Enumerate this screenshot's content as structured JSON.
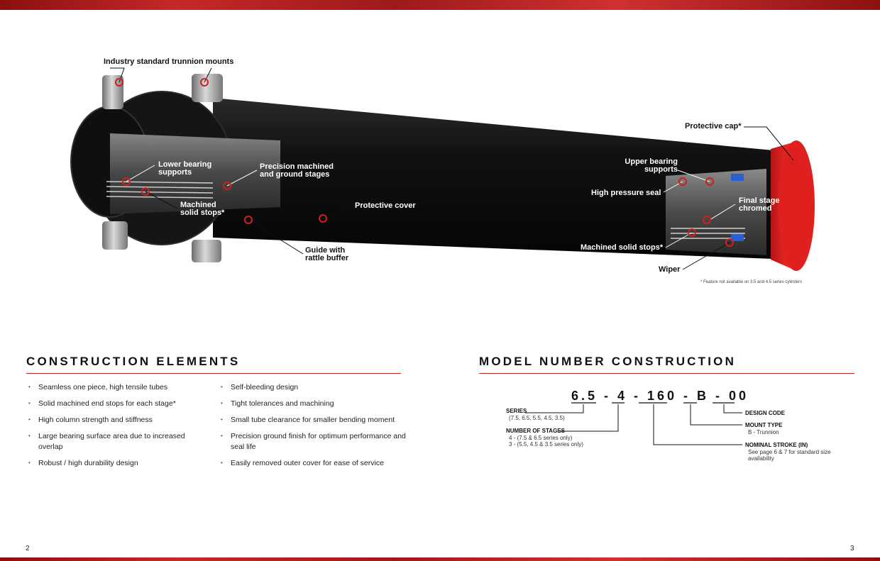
{
  "figure": {
    "callouts": {
      "trunnion": "Industry standard trunnion mounts",
      "lower_bearing": [
        "Lower bearing",
        "supports"
      ],
      "machined_stops_left": [
        "Machined",
        "solid stops*"
      ],
      "precision": [
        "Precision machined",
        "and ground stages"
      ],
      "protective_cover": "Protective cover",
      "guide": [
        "Guide with",
        "rattle buffer"
      ],
      "protective_cap": "Protective cap*",
      "upper_bearing": [
        "Upper bearing",
        "supports"
      ],
      "high_pressure_seal": "High pressure seal",
      "final_stage": [
        "Final stage",
        "chromed"
      ],
      "machined_stops_right": "Machined solid stops*",
      "wiper": "Wiper"
    },
    "footnote": "* Feature not available on 3.5 and 4.5 series cylinders"
  },
  "construction": {
    "title": "CONSTRUCTION ELEMENTS",
    "left_items": [
      "Seamless one piece, high tensile tubes",
      "Solid machined end stops for each stage*",
      "High column strength and stiffness",
      "Large bearing surface area due to increased overlap",
      "Robust / high durability design"
    ],
    "right_items": [
      "Self-bleeding design",
      "Tight tolerances and machining",
      "Small tube clearance for smaller bending moment",
      "Precision ground finish for optimum performance and seal life",
      "Easily removed outer cover for ease of service"
    ]
  },
  "model": {
    "title": "MODEL NUMBER CONSTRUCTION",
    "code": "6.5 - 4 - 160 - B - 00",
    "series": {
      "label": "SERIES",
      "detail": "(7.5, 6.5, 5.5, 4.5, 3.5)"
    },
    "stages": {
      "label": "NUMBER OF STAGES",
      "detail1": "4 - (7.5 & 6.5 series only)",
      "detail2": "3 - (5.5, 4.5 & 3.5 series only)"
    },
    "design_code": {
      "label": "DESIGN CODE"
    },
    "mount": {
      "label": "MOUNT TYPE",
      "detail": "B - Trunnion"
    },
    "stroke": {
      "label": "NOMINAL STROKE (IN)",
      "detail1": "See page 6 & 7 for standard size",
      "detail2": "availability"
    }
  },
  "pages": {
    "left": "2",
    "right": "3"
  },
  "colors": {
    "accent": "#c62828",
    "cap": "#e0201e",
    "body": "#141414"
  }
}
